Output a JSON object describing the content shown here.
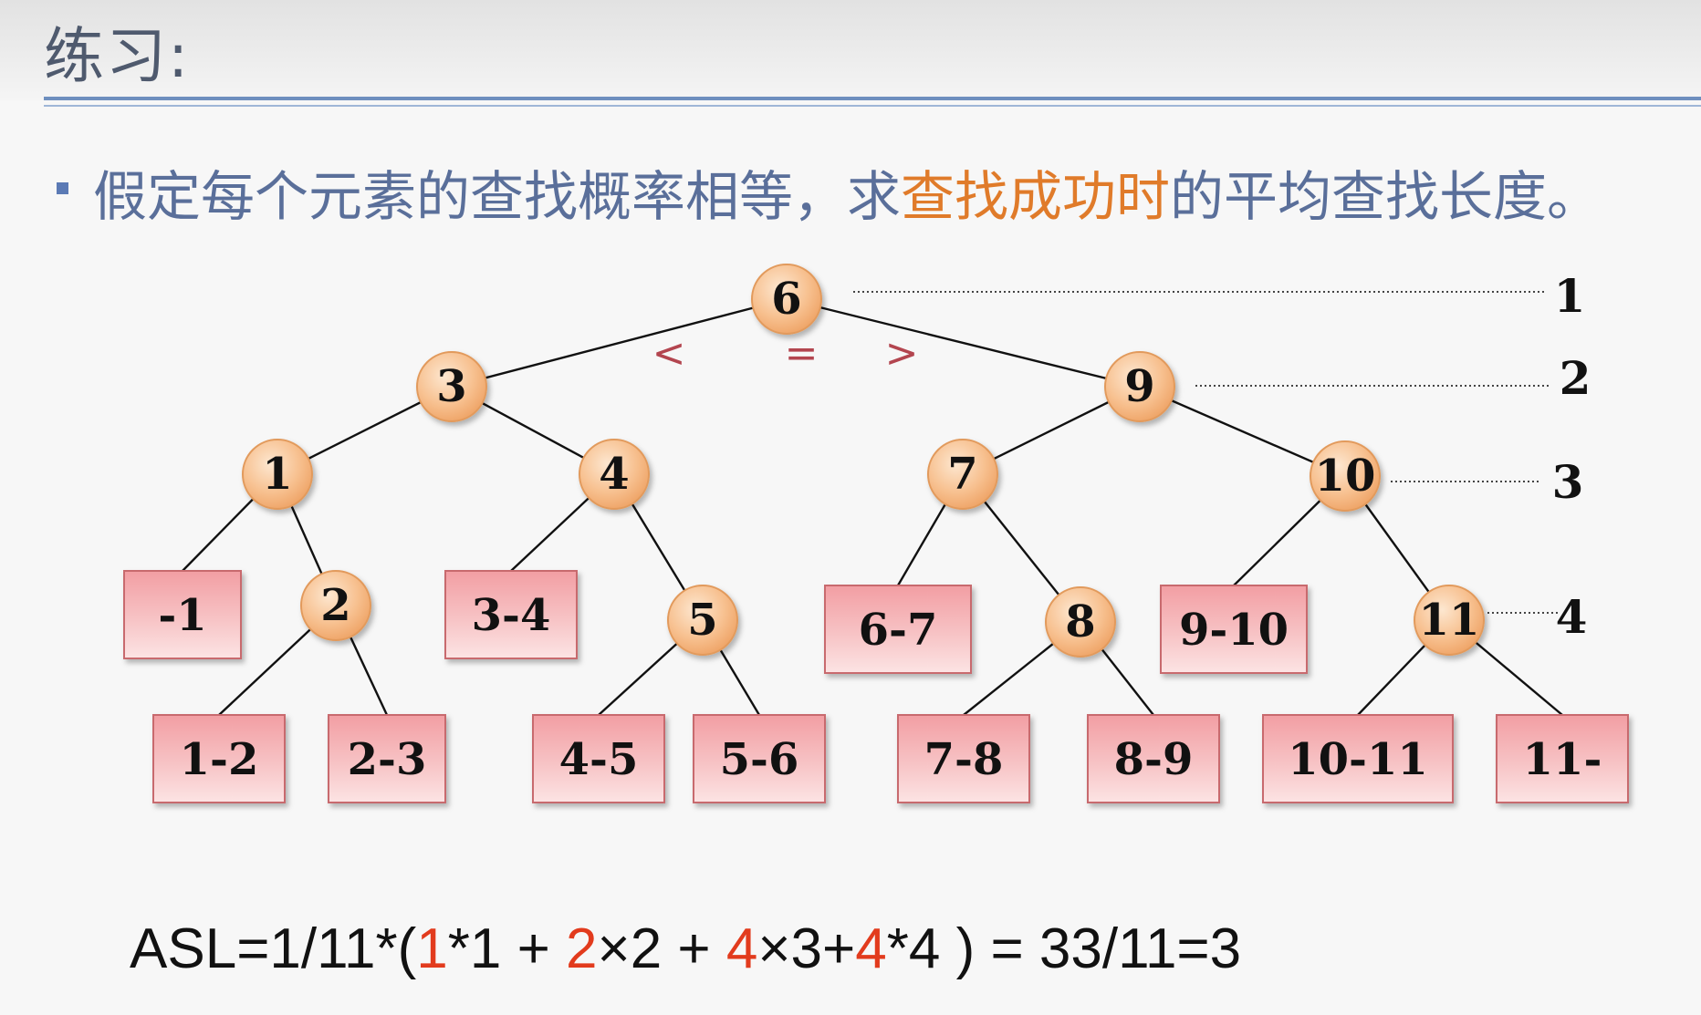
{
  "slide": {
    "title": "练习:",
    "bullet_pre": "假定每个元素的查找概率相等，求",
    "bullet_highlight": "查找成功时",
    "bullet_post": "的平均查找长度。"
  },
  "colors": {
    "node_fill": "#f7c08f",
    "box_fill": "#f6b6b8",
    "box_border": "#c86a6e",
    "highlight": "#e07b2a",
    "formula_red": "#e23b1d",
    "title_rule": "#6e8fbf"
  },
  "diagram": {
    "nodes": [
      {
        "id": "n6",
        "label": "6"
      },
      {
        "id": "n3",
        "label": "3"
      },
      {
        "id": "n9",
        "label": "9"
      },
      {
        "id": "n1",
        "label": "1"
      },
      {
        "id": "n4",
        "label": "4"
      },
      {
        "id": "n7",
        "label": "7"
      },
      {
        "id": "n10",
        "label": "10"
      },
      {
        "id": "n2",
        "label": "2"
      },
      {
        "id": "n5",
        "label": "5"
      },
      {
        "id": "n8",
        "label": "8"
      },
      {
        "id": "n11",
        "label": "11"
      }
    ],
    "boxes": [
      {
        "id": "b1",
        "label": "-1"
      },
      {
        "id": "b2",
        "label": "1-2"
      },
      {
        "id": "b3",
        "label": "2-3"
      },
      {
        "id": "b4",
        "label": "3-4"
      },
      {
        "id": "b5",
        "label": "4-5"
      },
      {
        "id": "b6",
        "label": "5-6"
      },
      {
        "id": "b7",
        "label": "6-7"
      },
      {
        "id": "b8",
        "label": "7-8"
      },
      {
        "id": "b9",
        "label": "8-9"
      },
      {
        "id": "b10",
        "label": "9-10"
      },
      {
        "id": "b11",
        "label": "10-11"
      },
      {
        "id": "b12",
        "label": "11-"
      }
    ],
    "edges": [
      [
        "n6",
        "n3"
      ],
      [
        "n6",
        "n9"
      ],
      [
        "n3",
        "n1"
      ],
      [
        "n3",
        "n4"
      ],
      [
        "n9",
        "n7"
      ],
      [
        "n9",
        "n10"
      ],
      [
        "n1",
        "b1"
      ],
      [
        "n1",
        "n2"
      ],
      [
        "n2",
        "b2"
      ],
      [
        "n2",
        "b3"
      ],
      [
        "n4",
        "b4"
      ],
      [
        "n4",
        "n5"
      ],
      [
        "n5",
        "b5"
      ],
      [
        "n5",
        "b6"
      ],
      [
        "n7",
        "b7"
      ],
      [
        "n7",
        "n8"
      ],
      [
        "n8",
        "b8"
      ],
      [
        "n8",
        "b9"
      ],
      [
        "n10",
        "b10"
      ],
      [
        "n10",
        "n11"
      ],
      [
        "n11",
        "b11"
      ],
      [
        "n11",
        "b12"
      ]
    ],
    "operators": [
      "<",
      "=",
      ">"
    ],
    "levels": [
      "1",
      "2",
      "3",
      "4"
    ]
  },
  "formula": {
    "p0": "ASL=1/11*(",
    "r1": "1",
    "p1": "*1 + ",
    "r2": "2",
    "p2": "×2 + ",
    "r3": "4",
    "p3": "×3+",
    "r4": "4",
    "p4": "*4 ) = 33/11=3"
  }
}
